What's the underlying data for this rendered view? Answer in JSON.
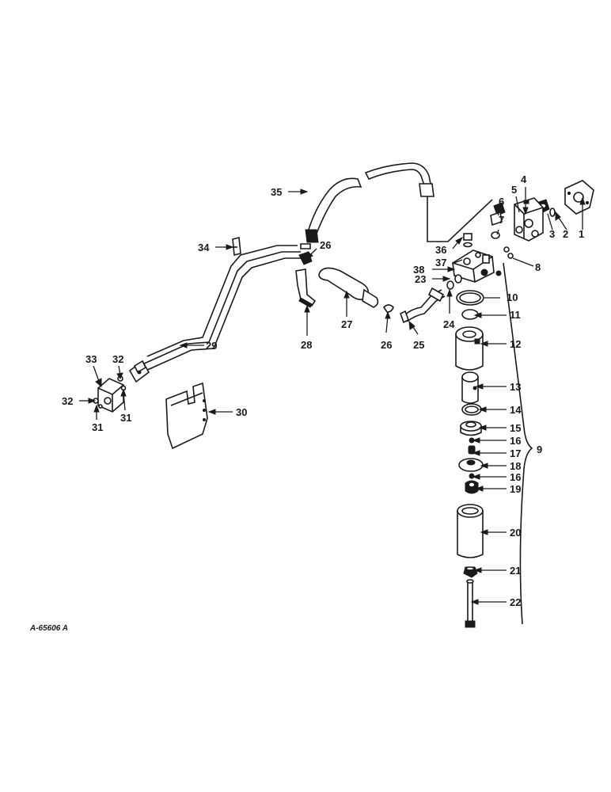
{
  "diagram": {
    "drawing_number": "A-65606 A",
    "callouts": [
      {
        "id": "c1",
        "text": "1"
      },
      {
        "id": "c2",
        "text": "2"
      },
      {
        "id": "c3",
        "text": "3"
      },
      {
        "id": "c4",
        "text": "4"
      },
      {
        "id": "c5",
        "text": "5"
      },
      {
        "id": "c6",
        "text": "6"
      },
      {
        "id": "c7",
        "text": "7"
      },
      {
        "id": "c8",
        "text": "8"
      },
      {
        "id": "c9",
        "text": "9"
      },
      {
        "id": "c10",
        "text": "10"
      },
      {
        "id": "c11",
        "text": "11"
      },
      {
        "id": "c12",
        "text": "12"
      },
      {
        "id": "c13",
        "text": "13"
      },
      {
        "id": "c14",
        "text": "14"
      },
      {
        "id": "c15",
        "text": "15"
      },
      {
        "id": "c16a",
        "text": "16"
      },
      {
        "id": "c17",
        "text": "17"
      },
      {
        "id": "c18",
        "text": "18"
      },
      {
        "id": "c16b",
        "text": "16"
      },
      {
        "id": "c19",
        "text": "19"
      },
      {
        "id": "c20",
        "text": "20"
      },
      {
        "id": "c21",
        "text": "21"
      },
      {
        "id": "c22",
        "text": "22"
      },
      {
        "id": "c23",
        "text": "23"
      },
      {
        "id": "c24",
        "text": "24"
      },
      {
        "id": "c25",
        "text": "25"
      },
      {
        "id": "c26a",
        "text": "26"
      },
      {
        "id": "c26b",
        "text": "26"
      },
      {
        "id": "c27",
        "text": "27"
      },
      {
        "id": "c28",
        "text": "28"
      },
      {
        "id": "c29",
        "text": "29"
      },
      {
        "id": "c30",
        "text": "30"
      },
      {
        "id": "c31a",
        "text": "31"
      },
      {
        "id": "c31b",
        "text": "31"
      },
      {
        "id": "c32a",
        "text": "32"
      },
      {
        "id": "c32b",
        "text": "32"
      },
      {
        "id": "c33",
        "text": "33"
      },
      {
        "id": "c34",
        "text": "34"
      },
      {
        "id": "c35",
        "text": "35"
      },
      {
        "id": "c36",
        "text": "36"
      },
      {
        "id": "c37",
        "text": "37"
      },
      {
        "id": "c38",
        "text": "38"
      }
    ]
  }
}
